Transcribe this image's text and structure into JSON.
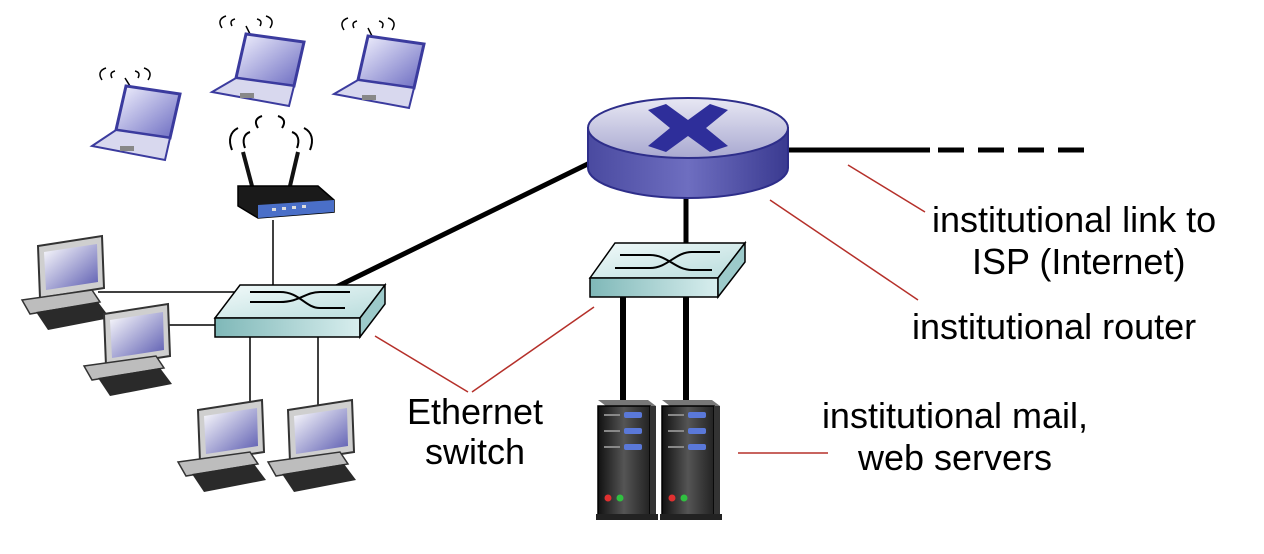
{
  "labels": {
    "isp_link_line1": "institutional link to",
    "isp_link_line2": "ISP (Internet)",
    "router": "institutional router",
    "switch_line1": "Ethernet",
    "switch_line2": "switch",
    "servers_line1": "institutional mail,",
    "servers_line2": "web servers"
  },
  "colors": {
    "router_blue": "#5a5aa8",
    "router_dark": "#2e2e8a",
    "switch_teal": "#c9e4e4",
    "laptop_blue": "#3b3b9e",
    "pointer_red": "#b5302a",
    "link_black": "#000000"
  }
}
